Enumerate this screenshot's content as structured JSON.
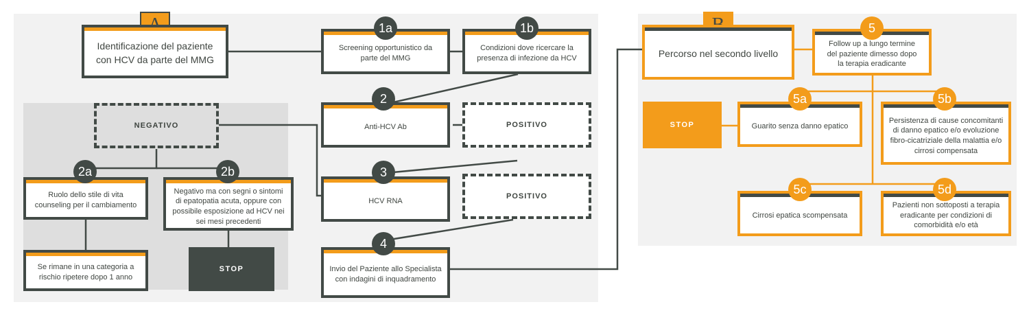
{
  "section_a": {
    "letter": "A",
    "main_box": "Identificazione del paziente con HCV da parte del MMG",
    "negativo": "NEGATIVO",
    "stop": "STOP",
    "steps": {
      "s1a": {
        "num": "1a",
        "text": "Screening opportunistico da parte del MMG"
      },
      "s1b": {
        "num": "1b",
        "text": "Condizioni dove ricercare la presenza di infezione da HCV"
      },
      "s2": {
        "num": "2",
        "text": "Anti-HCV Ab"
      },
      "s2_pos": "POSITIVO",
      "s3": {
        "num": "3",
        "text": "HCV RNA"
      },
      "s3_pos": "POSITIVO",
      "s4": {
        "num": "4",
        "text": "Invio del Paziente allo Specialista con indagini di inquadramento"
      },
      "s2a": {
        "num": "2a",
        "text": "Ruolo dello stile di vita counseling per il cambiamento"
      },
      "s2a_followup": "Se rimane in una categoria a rischio ripetere dopo 1 anno",
      "s2b": {
        "num": "2b",
        "text": "Negativo ma con segni o sintomi di epatopatia acuta, oppure con possibile esposizione ad HCV nei sei mesi precedenti"
      }
    }
  },
  "section_b": {
    "letter": "B",
    "main_box": "Percorso nel secondo livello",
    "stop": "STOP",
    "steps": {
      "s5": {
        "num": "5",
        "text": "Follow up a lungo termine del paziente dimesso dopo la terapia eradicante"
      },
      "s5a": {
        "num": "5a",
        "text": "Guarito senza danno epatico"
      },
      "s5b": {
        "num": "5b",
        "text": "Persistenza di cause concomitanti di danno epatico e/o evoluzione fibro-cicatriziale della malattia e/o cirrosi compensata"
      },
      "s5c": {
        "num": "5c",
        "text": "Cirrosi epatica scompensata"
      },
      "s5d": {
        "num": "5d",
        "text": "Pazienti non sottoposti a terapia eradicante per condizioni di comorbidità e/o età"
      }
    }
  },
  "colors": {
    "accent": "#f39c1b",
    "dark": "#424a46",
    "panel_bg": "#f2f2f2",
    "negative_bg": "#dedede"
  }
}
